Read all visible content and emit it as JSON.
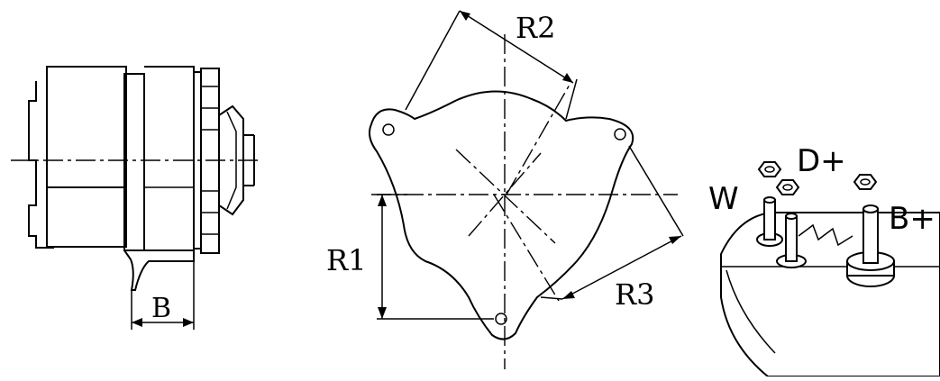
{
  "alternator_side_view": {
    "dimension_label": "B"
  },
  "mounting_pattern": {
    "labels": {
      "r1": "R1",
      "r2": "R2",
      "r3": "R3"
    }
  },
  "terminals": {
    "labels": {
      "w": "W",
      "d_plus": "D+",
      "b_plus": "B+"
    }
  },
  "colors": {
    "line": "#000000",
    "background": "#ffffff"
  }
}
